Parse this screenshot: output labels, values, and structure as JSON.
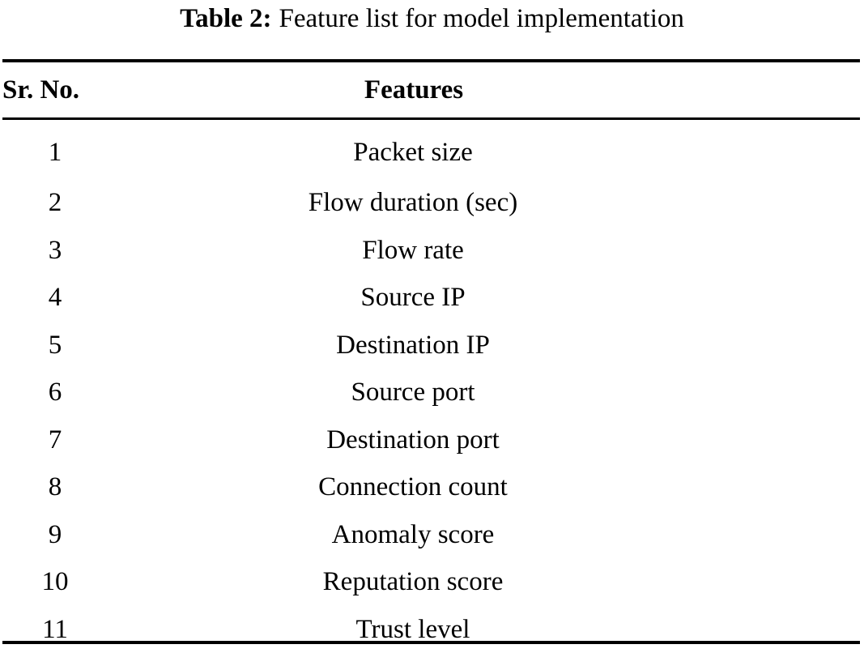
{
  "caption": {
    "label": "Table 2:",
    "text": "Feature list for model implementation"
  },
  "table": {
    "columns": [
      {
        "key": "sr",
        "header": "Sr. No."
      },
      {
        "key": "feature",
        "header": "Features"
      }
    ],
    "headers": {
      "sr_no": "Sr. No.",
      "features": "Features"
    },
    "rows": [
      {
        "sr": "1",
        "feature": "Packet size"
      },
      {
        "sr": "2",
        "feature": "Flow duration (sec)"
      },
      {
        "sr": "3",
        "feature": "Flow rate"
      },
      {
        "sr": "4",
        "feature": "Source IP"
      },
      {
        "sr": "5",
        "feature": "Destination IP"
      },
      {
        "sr": "6",
        "feature": "Source port"
      },
      {
        "sr": "7",
        "feature": "Destination port"
      },
      {
        "sr": "8",
        "feature": "Connection count"
      },
      {
        "sr": "9",
        "feature": "Anomaly score"
      },
      {
        "sr": "10",
        "feature": "Reputation score"
      },
      {
        "sr": "11",
        "feature": "Trust level"
      }
    ]
  },
  "style": {
    "text_color": "#000000",
    "background_color": "#ffffff",
    "rule_color": "#000000"
  }
}
